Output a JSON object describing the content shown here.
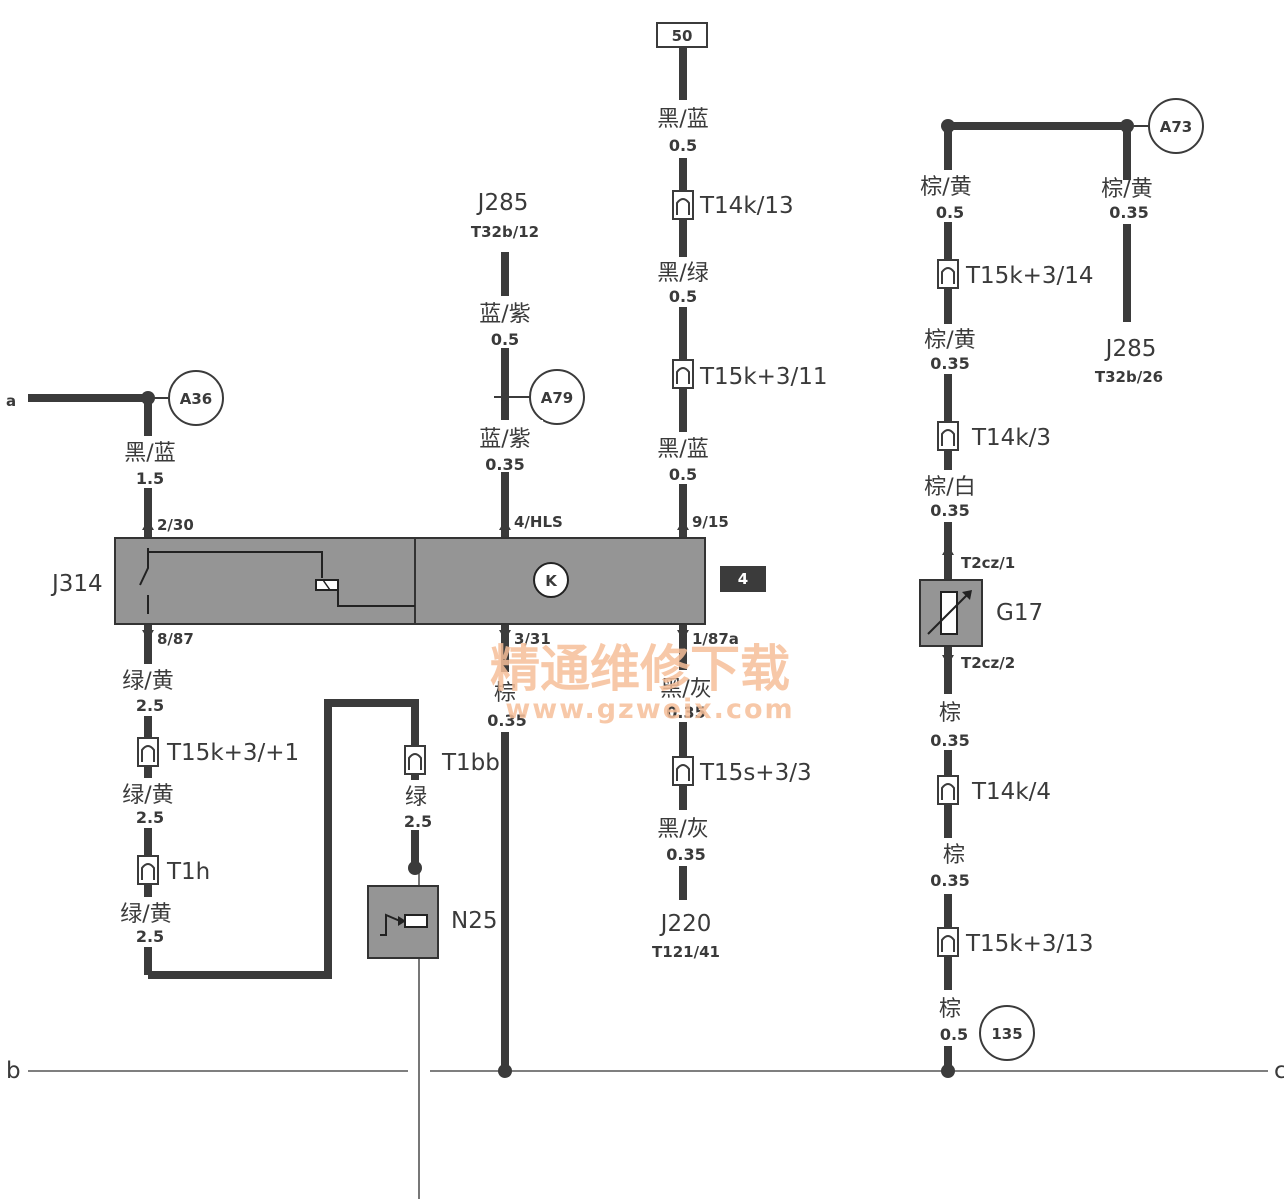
{
  "terminal_50": "50",
  "circle_labels": {
    "a36": "A36",
    "a79": "A79",
    "a73": "A73",
    "c135": "135"
  },
  "edge_labels": {
    "a": "a",
    "b": "b",
    "c": "c"
  },
  "components": {
    "j314": "J314",
    "j285_top": "J285",
    "j285_top_pin": "T32b/12",
    "j285_right": "J285",
    "j285_right_pin": "T32b/26",
    "j220": "J220",
    "j220_pin": "T121/41",
    "g17": "G17",
    "n25": "N25",
    "k_symbol": "K",
    "badge_4": "4"
  },
  "pins": {
    "p_2_30": "2/30",
    "p_8_87": "8/87",
    "p_4_hls": "4/HLS",
    "p_3_31": "3/31",
    "p_9_15": "9/15",
    "p_1_87a": "1/87a",
    "p_t2cz1": "T2cz/1",
    "p_t2cz2": "T2cz/2"
  },
  "connectors": {
    "t14k13": "T14k/13",
    "t15k311": "T15k+3/11",
    "t15s33": "T15s+3/3",
    "t15k3p1": "T15k+3/+1",
    "t1h": "T1h",
    "t1bb": "T1bb",
    "t15k314": "T15k+3/14",
    "t14k3": "T14k/3",
    "t14k4": "T14k/4",
    "t15k313": "T15k+3/13"
  },
  "wires": {
    "w1": {
      "color": "黑/蓝",
      "gauge": "0.5"
    },
    "w2": {
      "color": "黑/绿",
      "gauge": "0.5"
    },
    "w3": {
      "color": "黑/蓝",
      "gauge": "0.5"
    },
    "w4": {
      "color": "黑/灰",
      "gauge": "0.35"
    },
    "w5": {
      "color": "黑/灰",
      "gauge": "0.35"
    },
    "w6": {
      "color": "蓝/紫",
      "gauge": "0.5"
    },
    "w7": {
      "color": "蓝/紫",
      "gauge": "0.35"
    },
    "w8": {
      "color": "棕",
      "gauge": "0.35"
    },
    "w9": {
      "color": "黑/蓝",
      "gauge": "1.5"
    },
    "w10": {
      "color": "绿/黄",
      "gauge": "2.5"
    },
    "w11": {
      "color": "绿/黄",
      "gauge": "2.5"
    },
    "w12": {
      "color": "绿/黄",
      "gauge": "2.5"
    },
    "w13": {
      "color": "绿",
      "gauge": "2.5"
    },
    "w14": {
      "color": "棕/黄",
      "gauge": "0.5"
    },
    "w15": {
      "color": "棕/黄",
      "gauge": "0.35"
    },
    "w16": {
      "color": "棕/黄",
      "gauge": "0.35"
    },
    "w17": {
      "color": "棕/白",
      "gauge": "0.35"
    },
    "w18": {
      "color": "棕",
      "gauge": "0.35"
    },
    "w19": {
      "color": "棕",
      "gauge": "0.35"
    },
    "w20": {
      "color": "棕",
      "gauge": "0.5"
    }
  },
  "watermark": {
    "title": "精通维修下载",
    "url": "www.gzweix.com"
  }
}
